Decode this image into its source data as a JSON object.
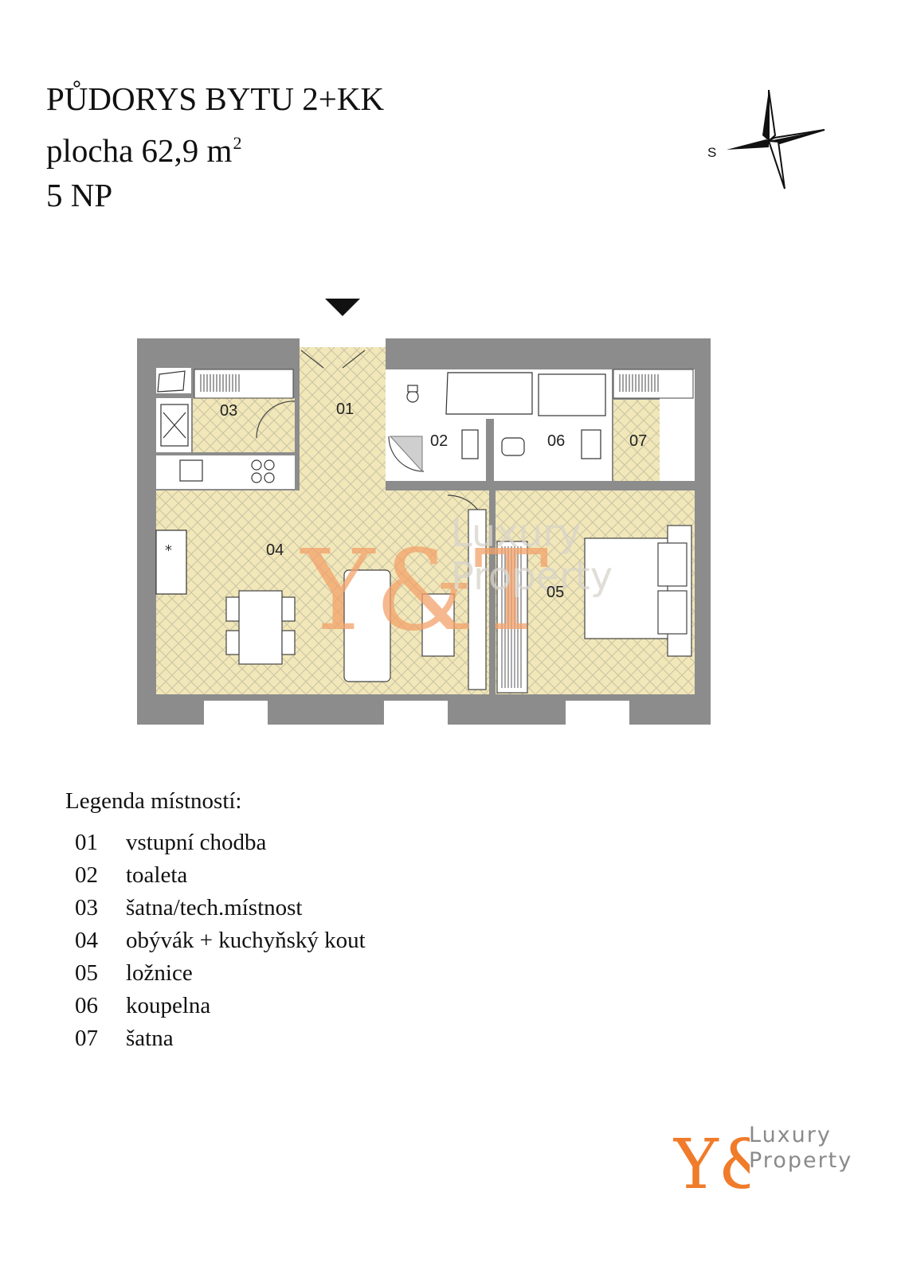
{
  "title": {
    "line1": "PŮDORYS BYTU 2+KK",
    "line2_prefix": "plocha 62,9 m",
    "line2_sup": "2",
    "line3": "5 NP"
  },
  "compass": {
    "label": "S"
  },
  "plan": {
    "rooms": [
      {
        "id": "01",
        "label": "01"
      },
      {
        "id": "02",
        "label": "02"
      },
      {
        "id": "03",
        "label": "03"
      },
      {
        "id": "04",
        "label": "04"
      },
      {
        "id": "05",
        "label": "05"
      },
      {
        "id": "06",
        "label": "06"
      },
      {
        "id": "07",
        "label": "07"
      }
    ],
    "watermark": {
      "mark": "Y&T",
      "line1": "Luxury",
      "line2": "Property"
    }
  },
  "legend": {
    "title": "Legenda místností:",
    "items": [
      {
        "num": "01",
        "name": "vstupní chodba"
      },
      {
        "num": "02",
        "name": "toaleta"
      },
      {
        "num": "03",
        "name": "šatna/tech.místnost"
      },
      {
        "num": "04",
        "name": "obývák + kuchyňský kout"
      },
      {
        "num": "05",
        "name": "ložnice"
      },
      {
        "num": "06",
        "name": "koupelna"
      },
      {
        "num": "07",
        "name": "šatna"
      }
    ]
  },
  "logo": {
    "mark": "Y&T",
    "line1": "Luxury",
    "line2": "Property"
  },
  "colors": {
    "floor": "#f1e7b8",
    "wall": "#8c8c8c",
    "accent": "#f07b2a"
  }
}
